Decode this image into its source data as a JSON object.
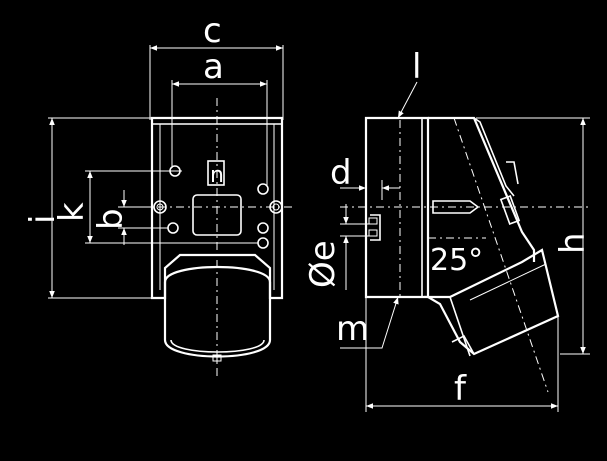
{
  "labels": {
    "c": "c",
    "a": "a",
    "l": "l",
    "d": "d",
    "k": "k",
    "b": "b",
    "i": "i",
    "h": "h",
    "e": "Øe",
    "m": "m",
    "f": "f",
    "angle": "25°",
    "front_mark": "n"
  },
  "colors": {
    "background": "#000000",
    "line": "#ffffff"
  }
}
